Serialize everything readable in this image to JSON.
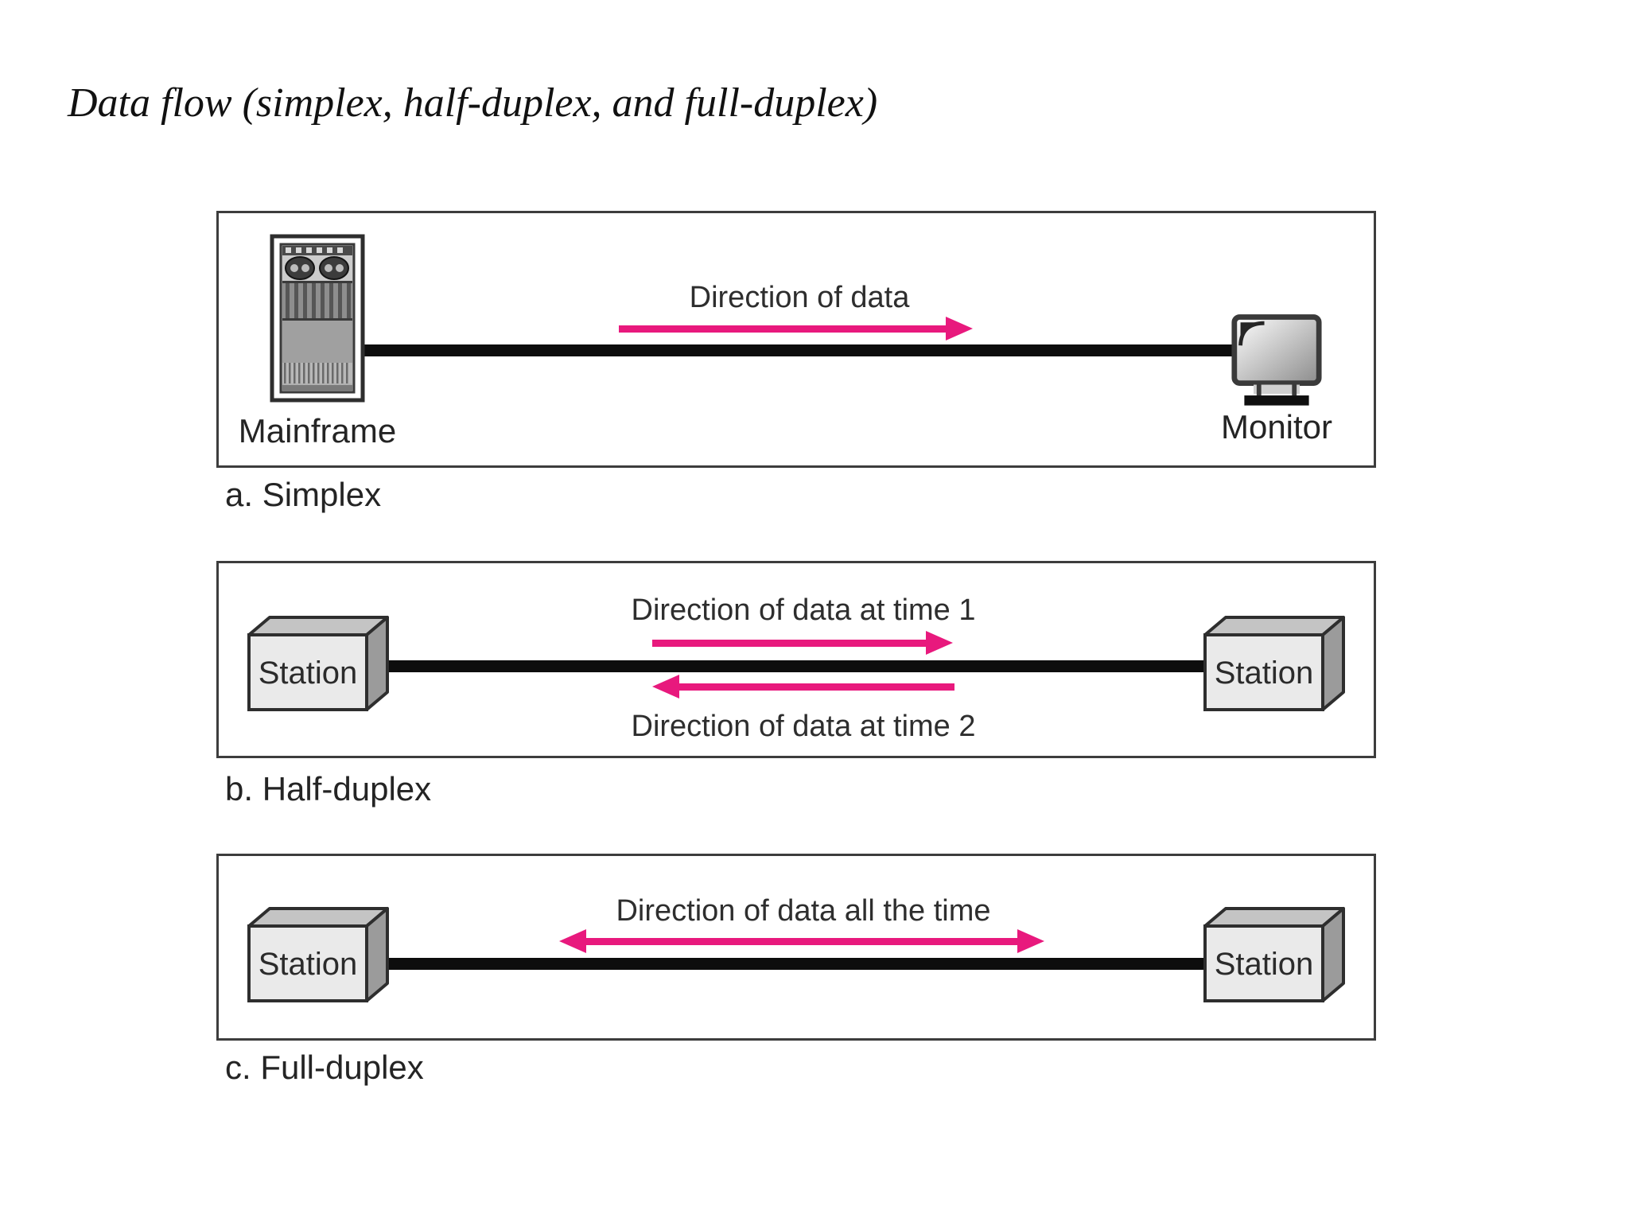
{
  "title": "Data flow (simplex, half-duplex, and full-duplex)",
  "colors": {
    "arrow_pink": "#e8197d",
    "connection_line": "#0d0d0d",
    "panel_border": "#3d3d3d",
    "text": "#242424",
    "station_front": "#eaeaea",
    "station_top": "#c4c4c4",
    "station_side": "#9b9b9b",
    "background": "#ffffff"
  },
  "panels": [
    {
      "id": "a",
      "caption": "a. Simplex",
      "left_device": {
        "icon": "mainframe-icon",
        "label": "Mainframe"
      },
      "right_device": {
        "icon": "monitor-icon",
        "label": "Monitor"
      },
      "flows": [
        {
          "text": "Direction of data",
          "direction": "right"
        }
      ]
    },
    {
      "id": "b",
      "caption": "b. Half-duplex",
      "left_device": {
        "icon": "station-icon",
        "label": "Station"
      },
      "right_device": {
        "icon": "station-icon",
        "label": "Station"
      },
      "flows": [
        {
          "text": "Direction of data at time 1",
          "direction": "right"
        },
        {
          "text": "Direction of data at time 2",
          "direction": "left"
        }
      ]
    },
    {
      "id": "c",
      "caption": "c. Full-duplex",
      "left_device": {
        "icon": "station-icon",
        "label": "Station"
      },
      "right_device": {
        "icon": "station-icon",
        "label": "Station"
      },
      "flows": [
        {
          "text": "Direction of data all the time",
          "direction": "both"
        }
      ]
    }
  ]
}
